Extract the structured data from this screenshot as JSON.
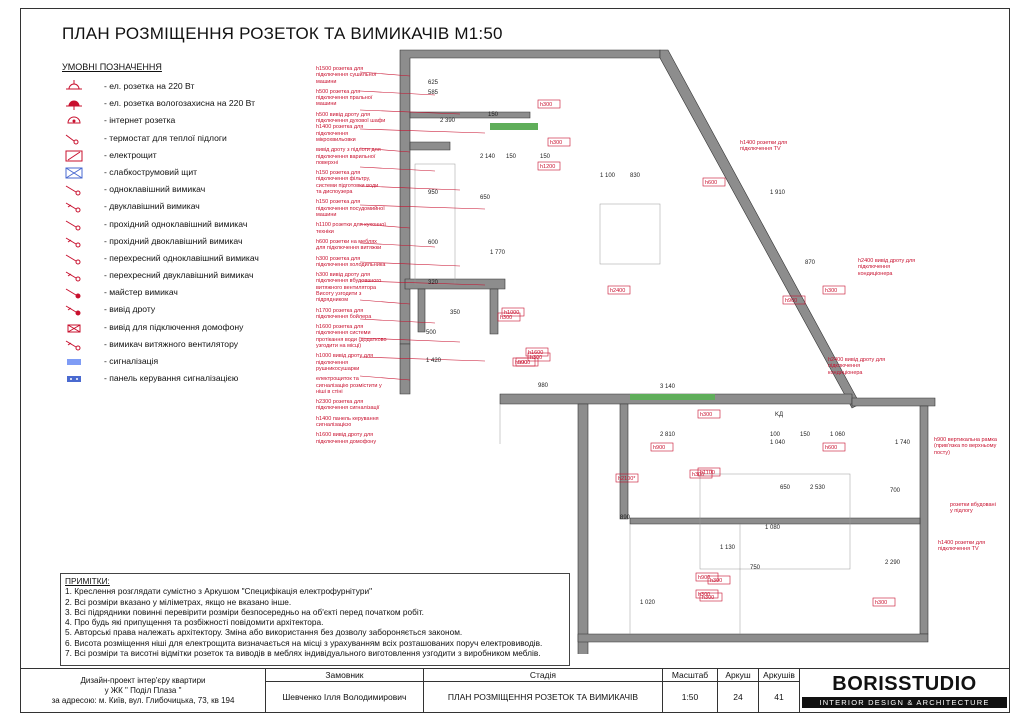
{
  "title": "ПЛАН РОЗМІЩЕННЯ РОЗЕТОК ТА ВИМИКАЧІВ М1:50",
  "legend": {
    "heading": "УМОВНІ ПОЗНАЧЕННЯ",
    "items": [
      {
        "icon": "socket-icon",
        "label": "- ел. розетка на 220 Вт"
      },
      {
        "icon": "waterproof-socket-icon",
        "label": "- ел. розетка вологозахисна на 220 Вт"
      },
      {
        "icon": "internet-socket-icon",
        "label": "- інтернет розетка"
      },
      {
        "icon": "thermostat-icon",
        "label": "- термостат для теплої підлоги"
      },
      {
        "icon": "electric-panel-icon",
        "label": "- електрощит"
      },
      {
        "icon": "low-current-panel-icon",
        "label": "- слабкострумовий щит"
      },
      {
        "icon": "single-switch-icon",
        "label": "- одноклавішний вимикач"
      },
      {
        "icon": "double-switch-icon",
        "label": "- двуклавішний вимикач"
      },
      {
        "icon": "pass-single-switch-icon",
        "label": "- прохідний одноклавішний вимикач"
      },
      {
        "icon": "pass-double-switch-icon",
        "label": "- прохідний двоклавішний вимикач"
      },
      {
        "icon": "cross-single-switch-icon",
        "label": "- перехресний одноклавішний вимикач"
      },
      {
        "icon": "cross-double-switch-icon",
        "label": "- перехресний двуклавішний вимикач"
      },
      {
        "icon": "master-switch-icon",
        "label": "- майстер вимикач"
      },
      {
        "icon": "wire-outlet-icon",
        "label": "- вивід дроту"
      },
      {
        "icon": "intercom-outlet-icon",
        "label": "- вивід для підключення домофону"
      },
      {
        "icon": "fan-switch-icon",
        "label": "- вимикач витяжного вентилятору"
      },
      {
        "icon": "alarm-icon",
        "label": "- сигналізація"
      },
      {
        "icon": "alarm-panel-icon",
        "label": "- панель керування сигналізацією"
      }
    ]
  },
  "notes": {
    "heading": "ПРИМІТКИ:",
    "items": [
      "1. Креслення розглядати сумістно з Аркушом \"Специфікація електрофурнітури\"",
      "2. Всі розміри вказано у міліметрах, якщо не вказано інше.",
      "3. Всі підрядники повинні перевірити розміри безпосередньо на об'єкті перед початком робіт.",
      "4. Про будь які припущення та розбіжності повідомити архітектора.",
      "5. Авторські права належать архітектору. Зміна або використання без дозволу забороняється законом.",
      "6. Висота розміщення ніші для електрощита визначається на місці з урахуванням всіх розташованих поруч електровиводів.",
      "7. Всі розміри та висотні відмітки розеток та виводів в меблях індивідуального виготовлення узгодити з виробником меблів."
    ]
  },
  "plan": {
    "left_labels": [
      "h1500 розетка для\nпідключення сушильної\nмашини",
      "h500 розетка для\nпідключення пральної\nмашини",
      "h500 вивід дроту для\nпідключення духової шафи\nh1400 розетка для\nпідключення\nмікрохвильовки",
      "вивід дроту з підлоги для\nпідключення варильної\nповерхні",
      "h150 розетка для\nпідключення фільтру,\nсистеми підготовки води\nта диспоузера",
      "h150 розетка для\nпідключення посудомийної\nмашини",
      "h1100 розетки для кухонної\nтехніки",
      "h600 розетки на меблях\nдля підключення витяжки",
      "h300 розетка для\nпідключення холодильника",
      "h300 вивід дроту для\nпідключення вбудованого\nвитяжного вентилятора\nВисоту узгодити з\nпідрядником",
      "h1700 розетка для\nпідключення бойлера",
      "h1600 розетка для\nпідключення системи\nпротікання води (додатково\nузгодити на місці)",
      "h1000 вивід дроту для\nпідключення\nрушникосушарки",
      "електрощиток та\nсигналізацію розмістити у\nніші в стіні",
      "h2300 розетка для\nпідключення сигналізації",
      "h1400 панель керування\nсигналізацією",
      "h1600 вивід дроту для\nпідключення домофону"
    ],
    "right_labels": [
      "h1400 розетки для\nпідключення TV",
      "h2400 вивід дроту для\nпідключення\nкондиціонера",
      "h2400 вивід дроту для\nпідключення\nкондиціонера",
      "h900 вертикальна рамка\n(прив'язка по верхньому\nпосту)",
      "розетки вбудовані\nу підлогу",
      "h1400 розетки для\nпідключення TV"
    ],
    "inner_labels": [
      "h300",
      "h1200",
      "h600",
      "h300",
      "h900",
      "h300",
      "h2400",
      "h1000",
      "h300",
      "h900",
      "h1600",
      "h900",
      "h300",
      "h300",
      "h2100*",
      "h900",
      "h300",
      "h600",
      "h300",
      "h900",
      "h300",
      "h300",
      "h300",
      "h1100"
    ],
    "dims": [
      "2 390",
      "150",
      "585",
      "625",
      "1 100",
      "830",
      "2 140",
      "150",
      "150",
      "1 770",
      "950",
      "650",
      "600",
      "320",
      "1 910",
      "870",
      "350",
      "500",
      "1 420",
      "980",
      "3 140",
      "2 810",
      "1 060",
      "100",
      "150",
      "2 530",
      "1 740",
      "1 080",
      "1 130",
      "750",
      "2 290",
      "890",
      "1 040",
      "650",
      "700",
      "1 020",
      "KД"
    ]
  },
  "title_block": {
    "project": "Дизайн-проект інтер'єру квартири\nу ЖК \" Поділ Плаза \"\nза адресою: м. Київ, вул. Глибочицька, 73, кв 194",
    "customer_label": "Замовник",
    "customer": "Шевченко Ілля Володимирович",
    "stage_label": "Стадія",
    "stage": "ПЛАН РОЗМІЩЕННЯ РОЗЕТОК ТА ВИМИКАЧІВ",
    "scale_label": "Масштаб",
    "scale": "1:50",
    "sheet_label": "Аркуш",
    "sheet": "24",
    "sheets_label": "Аркушів",
    "sheets": "41",
    "logo": "BORISSTUDIO",
    "logo_sub": "INTERIOR DESIGN & ARCHITECTURE"
  },
  "colors": {
    "accent_red": "#c8102e",
    "wall": "#7a7a7a",
    "green": "#5fae5a",
    "blue": "#4a6ad0"
  }
}
